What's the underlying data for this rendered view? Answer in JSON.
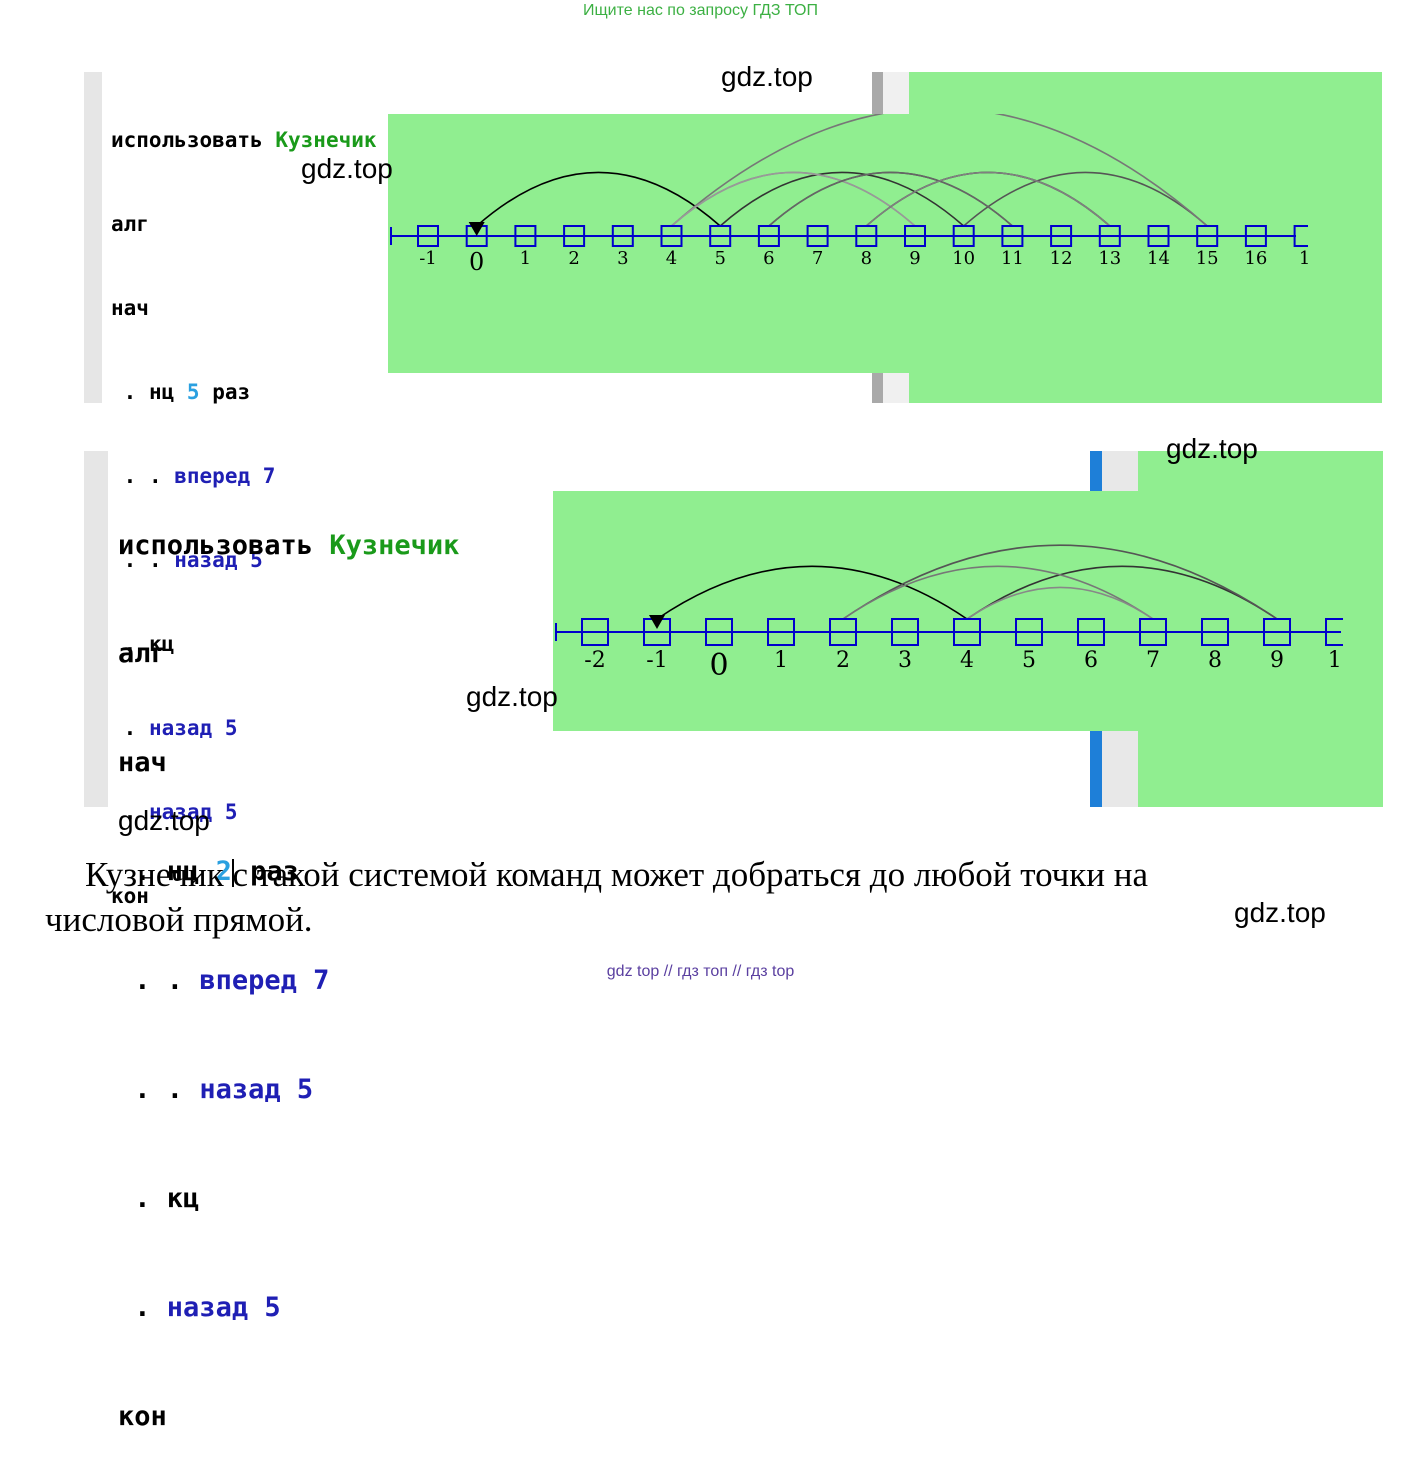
{
  "banner": "Ищите нас по запросу ГДЗ ТОП",
  "watermarks": [
    "gdz.top",
    "gdz.top",
    "gdz.top",
    "gdz.top",
    "gdz.top",
    "gdz.top"
  ],
  "program1": {
    "line1_kw": "использовать",
    "line1_exec": "Кузнечик",
    "line2": "алг",
    "line3": "нач",
    "line4_dot": ".",
    "line4_kw": "нц",
    "line4_num": "5",
    "line4_tail": "раз",
    "line5_dots": ". .",
    "line5_cmd": "вперед",
    "line5_num": "7",
    "line6_dots": ". .",
    "line6_cmd": "назад",
    "line6_num": "5",
    "line7_dot": ".",
    "line7_kw": "кц",
    "line8_dot": ".",
    "line8_cmd": "назад",
    "line8_num": "5",
    "line9_dot": ".",
    "line9_cmd": "назад",
    "line9_num": "5",
    "line10": "кон"
  },
  "program2": {
    "line1_kw": "использовать",
    "line1_exec": "Кузнечик",
    "line2": "алг",
    "line3": "нач",
    "line4_dot": ".",
    "line4_kw": "нц",
    "line4_num": "2",
    "line4_tail": "раз",
    "line5_dots": ". .",
    "line5_cmd": "вперед",
    "line5_num": "7",
    "line6_dots": ". .",
    "line6_cmd": "назад",
    "line6_num": "5",
    "line7_dot": ".",
    "line7_kw": "кц",
    "line8_dot": ".",
    "line8_cmd": "назад",
    "line8_num": "5",
    "line9": "кон"
  },
  "numberline1": {
    "labels": [
      "-1",
      "0",
      "1",
      "2",
      "3",
      "4",
      "5",
      "6",
      "7",
      "8",
      "9",
      "10",
      "11",
      "12",
      "13",
      "14",
      "15",
      "16",
      "1"
    ],
    "jumps": [
      [
        0,
        5
      ],
      [
        5,
        10
      ],
      [
        10,
        15
      ],
      [
        15,
        4
      ],
      [
        4,
        9
      ],
      [
        9,
        4
      ],
      [
        6,
        11
      ],
      [
        11,
        6
      ],
      [
        8,
        13
      ],
      [
        13,
        8
      ]
    ],
    "current_position": 0
  },
  "numberline2": {
    "labels": [
      "-2",
      "-1",
      "0",
      "1",
      "2",
      "3",
      "4",
      "5",
      "6",
      "7",
      "8",
      "9",
      "1("
    ],
    "jumps": [
      [
        -1,
        4
      ],
      [
        4,
        9
      ],
      [
        9,
        2
      ],
      [
        2,
        7
      ],
      [
        7,
        4
      ]
    ],
    "current_position": -1
  },
  "paragraph": {
    "line1": "Кузнечик с такой системой команд может добраться до любой точки на",
    "line2": "числовой прямой."
  },
  "footer": "gdz top  //  гдз топ  //  гдз top",
  "colors": {
    "panel": "#90ee90",
    "axis": "#0000cc",
    "keyword_green": "#1a9a1a",
    "keyword_blue": "#1f1fb4"
  }
}
